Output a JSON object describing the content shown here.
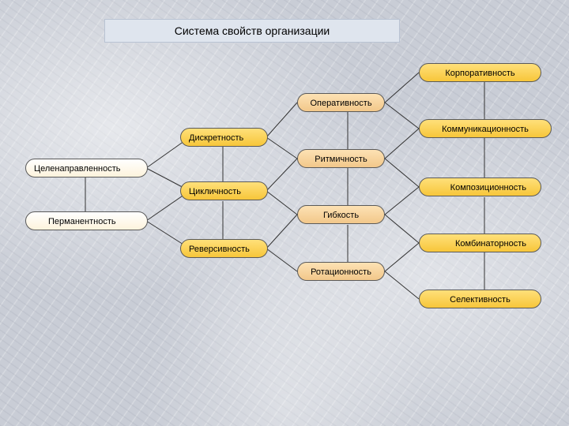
{
  "title": "Система свойств организации",
  "nodes": {
    "korporativnost": "Корпоративность",
    "operativnost": "Оперативность",
    "kommunikatsionnost": "Коммуникационность",
    "diskretnost": "Дискретность",
    "ritmichnost": "Ритмичность",
    "tselenapravlennost": "Целенаправленность",
    "kompozitsionnost": "Композиционность",
    "tsiklichnost": "Цикличность",
    "gibkost": "Гибкость",
    "permanentnost": "Перманентность",
    "kombinatornost": "Комбинаторность",
    "reversivnost": "Реверсивность",
    "rotatsionnost": "Ротационность",
    "selektivnost": "Селективность"
  }
}
